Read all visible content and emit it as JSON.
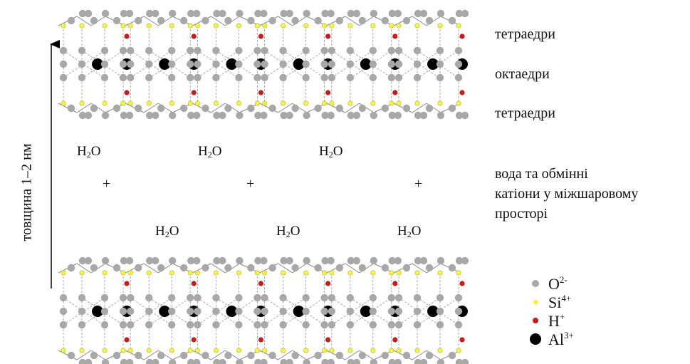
{
  "layer_labels": {
    "top_tetra": "тетраедри",
    "octa": "октаедри",
    "bottom_tetra": "тетраедри"
  },
  "interlayer": {
    "water_label": "H",
    "water_sub": "2",
    "water_tail": "O",
    "plus": "+",
    "description_lines": [
      "вода та обмінні",
      "катіони у міжшаровому",
      "просторі"
    ]
  },
  "axis": {
    "label": "товщина 1–2 нм"
  },
  "legend": [
    {
      "ion": "O",
      "charge": "2-",
      "color": "#a8a8a8",
      "size": 10,
      "icon": "oxygen-circle"
    },
    {
      "ion": "Si",
      "charge": "4+",
      "color": "#f5f542",
      "size": 7,
      "icon": "silicon-circle"
    },
    {
      "ion": "H",
      "charge": "+",
      "color": "#cc1a1a",
      "size": 8,
      "icon": "hydrogen-circle"
    },
    {
      "ion": "Al",
      "charge": "3+",
      "color": "#000000",
      "size": 16,
      "icon": "aluminium-circle"
    }
  ]
}
